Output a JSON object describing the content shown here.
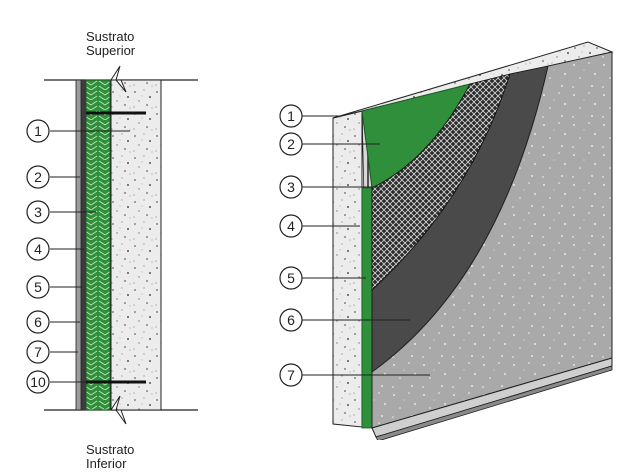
{
  "labels": {
    "top": [
      "Sustrato",
      "Superior"
    ],
    "bottom": [
      "Sustrato",
      "Inferior"
    ]
  },
  "section_callouts": [
    "1",
    "2",
    "3",
    "4",
    "5",
    "6",
    "7",
    "10"
  ],
  "iso_callouts": [
    "1",
    "2",
    "3",
    "4",
    "5",
    "6",
    "7"
  ],
  "colors": {
    "insulation": "#2f8f3a",
    "mesh": "#1a1a1a",
    "base_coat": "#4a4a4a",
    "finish": "#a8a8a8",
    "substrate": "#e4e4e4",
    "outline": "#222222"
  }
}
